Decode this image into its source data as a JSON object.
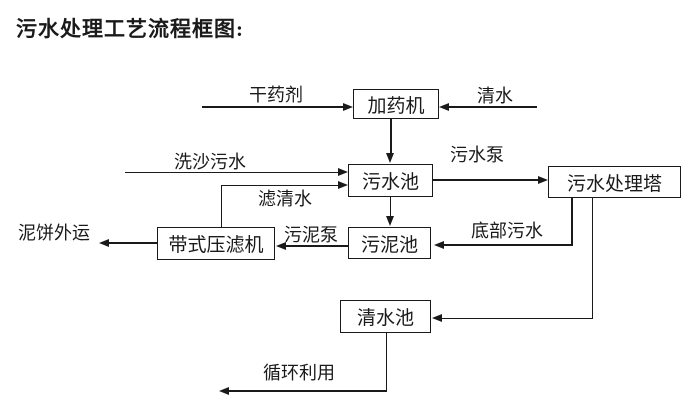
{
  "title": "污水处理工艺流程框图:",
  "colors": {
    "background": "#ffffff",
    "ink": "#1a1a1a"
  },
  "nodes": {
    "dosing_machine": "加药机",
    "sewage_pool": "污水池",
    "treatment_tower": "污水处理塔",
    "sludge_pool": "污泥池",
    "belt_filter_press": "带式压滤机",
    "clear_water_pool": "清水池"
  },
  "flow_labels": {
    "dry_chemical": "干药剂",
    "clear_water": "清水",
    "sand_washing_sewage": "洗沙污水",
    "filtered_water": "滤清水",
    "sewage_pump": "污水泵",
    "sludge_pump": "污泥泵",
    "bottom_sewage": "底部污水",
    "mud_cake_outbound": "泥饼外运",
    "recycling": "循环利用"
  },
  "edges": [
    {
      "from": "干药剂",
      "to": "加药机",
      "label": "干药剂"
    },
    {
      "from": "清水",
      "to": "加药机",
      "label": "清水"
    },
    {
      "from": "加药机",
      "to": "污水池",
      "label": ""
    },
    {
      "from": "洗沙污水",
      "to": "污水池",
      "label": "洗沙污水"
    },
    {
      "from": "带式压滤机",
      "to": "污水池",
      "label": "滤清水"
    },
    {
      "from": "污水池",
      "to": "污水处理塔",
      "label": "污水泵"
    },
    {
      "from": "污水池",
      "to": "污泥池",
      "label": ""
    },
    {
      "from": "污水处理塔",
      "to": "污泥池",
      "label": "底部污水"
    },
    {
      "from": "污泥池",
      "to": "带式压滤机",
      "label": "污泥泵"
    },
    {
      "from": "带式压滤机",
      "to": "泥饼外运",
      "label": "泥饼外运"
    },
    {
      "from": "污水处理塔",
      "to": "清水池",
      "label": ""
    },
    {
      "from": "清水池",
      "to": "循环利用",
      "label": "循环利用"
    }
  ]
}
